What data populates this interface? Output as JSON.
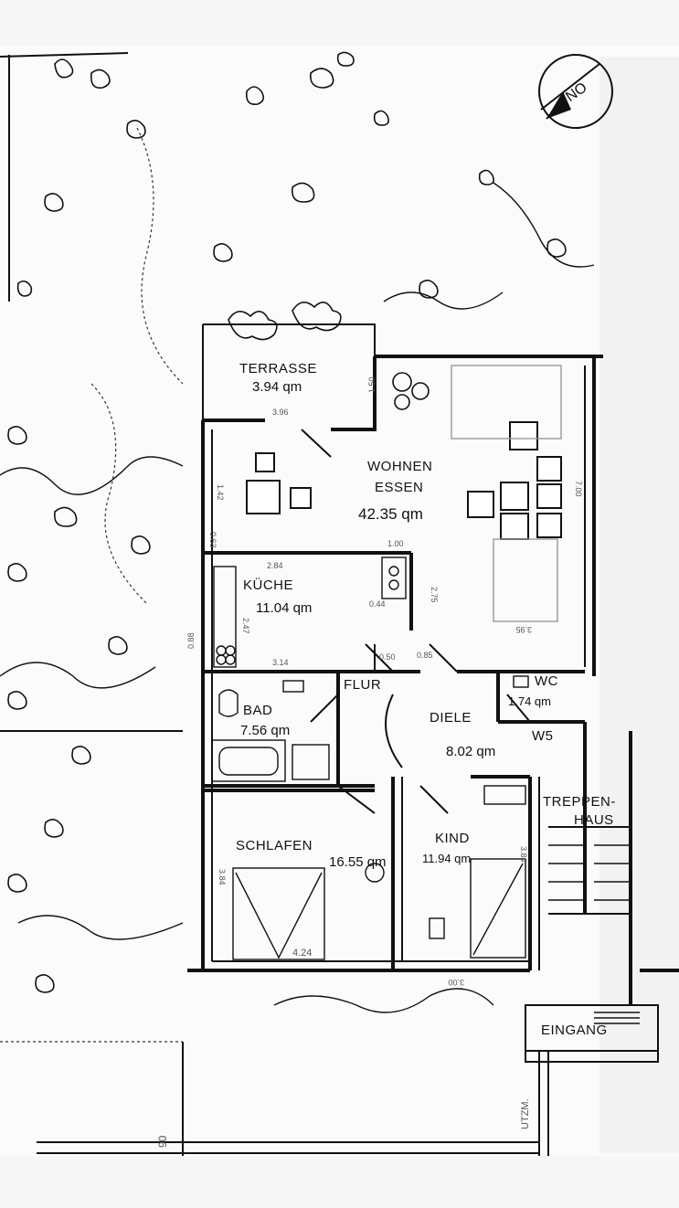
{
  "rooms": {
    "terrasse": {
      "name": "TERRASSE",
      "area": "3.94 qm"
    },
    "wohnen": {
      "name_line1": "WOHNEN",
      "name_line2": "ESSEN",
      "area": "42.35 qm"
    },
    "kueche": {
      "name": "KÜCHE",
      "area": "11.04 qm"
    },
    "flur": {
      "name": "FLUR"
    },
    "bad": {
      "name": "BAD",
      "area": "7.56 qm"
    },
    "wc": {
      "name": "WC",
      "area": "1.74 qm"
    },
    "diele": {
      "name": "DIELE",
      "area": "8.02 qm"
    },
    "schlafen": {
      "name": "SCHLAFEN",
      "area": "16.55 qm"
    },
    "kind": {
      "name": "KIND",
      "area": "11.94 qm"
    },
    "treppenhaus": {
      "name_line1": "TREPPEN-",
      "name_line2": "HAUS"
    },
    "eingang": {
      "name": "EINGANG"
    }
  },
  "markers": {
    "w5": "W5",
    "compass": "NO"
  },
  "dimensions": {
    "terrasse_width": "3.96",
    "kueche_top": "2.84",
    "kueche_bottom": "3.14",
    "kueche_side": "2.47",
    "schlafen_bottom": "4.24",
    "schlafen_side": "3.84",
    "kind_side": "3.84",
    "wohnen_side": "7.00",
    "wohnen_bottom": "3.95",
    "kind_bottom": "3.00",
    "wall_050": "0.50",
    "wall_085": "0.85",
    "wall_044": "0.44",
    "wall_063": "0.63",
    "wall_088": "0.88",
    "wall_150": "1.50",
    "wall_142": "1.42",
    "wall_100": "1.00",
    "diele_side": "2.75",
    "bottom_90": "90",
    "side_label": "UTZM."
  },
  "colors": {
    "ink": "#111111",
    "paper": "#f6f6f6"
  }
}
